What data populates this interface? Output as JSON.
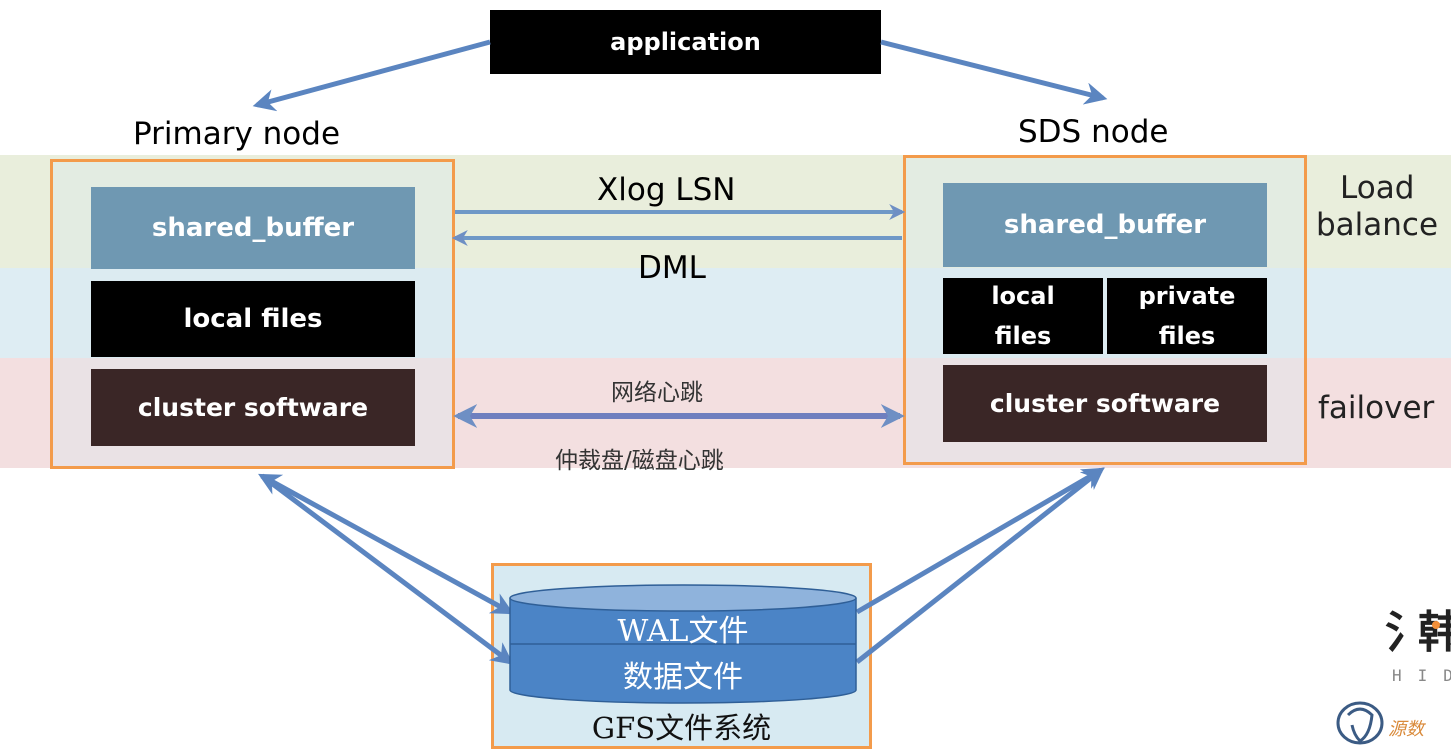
{
  "application": "application",
  "primary": {
    "title": "Primary node",
    "shared_buffer": "shared_buffer",
    "local_files": "local files",
    "cluster_software": "cluster software"
  },
  "sds": {
    "title": "SDS node",
    "shared_buffer": "shared_buffer",
    "local_files_1": "local",
    "local_files_2": "files",
    "private_files_1": "private",
    "private_files_2": "files",
    "cluster_software": "cluster software"
  },
  "links": {
    "xlog": "Xlog LSN",
    "dml": "DML",
    "heartbeat_net": "网络心跳",
    "heartbeat_disk": "仲裁盘/磁盘心跳"
  },
  "sides": {
    "load_1": "Load",
    "load_2": "balance",
    "failover": "failover"
  },
  "storage": {
    "wal": "WAL文件",
    "data": "数据文件",
    "gfs": "GFS文件系统"
  },
  "colors": {
    "arrow": "#5b85c0",
    "frame": "#f39b4b",
    "shared_buffer": "#6f98b2",
    "cluster": "#3a2626"
  }
}
